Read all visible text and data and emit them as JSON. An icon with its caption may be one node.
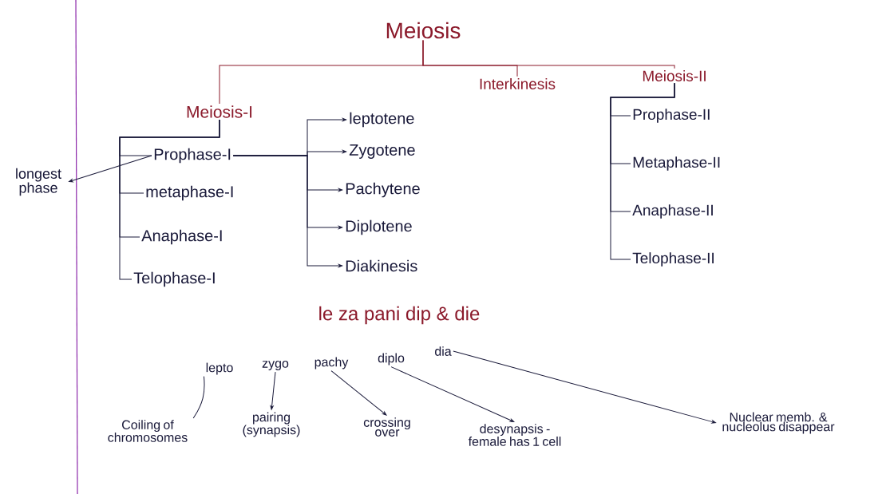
{
  "diagram": {
    "nodes": [
      {
        "text": [
          "Meiosis"
        ]
      },
      {
        "text": [
          "Meiosis-I"
        ]
      },
      {
        "text": [
          "Interkinesis"
        ]
      },
      {
        "text": [
          "Meiosis-II"
        ]
      },
      {
        "text": [
          "longest phase"
        ]
      },
      {
        "text": [
          "Prophase-I"
        ]
      },
      {
        "text": [
          "metaphase-I"
        ]
      },
      {
        "text": [
          "Anaphase-I"
        ]
      },
      {
        "text": [
          "Telophase-I"
        ]
      },
      {
        "text": [
          "leptotene"
        ]
      },
      {
        "text": [
          "Zygotene"
        ]
      },
      {
        "text": [
          "Pachytene"
        ]
      },
      {
        "text": [
          "Diplotene"
        ]
      },
      {
        "text": [
          "Diakinesis"
        ]
      },
      {
        "text": [
          "Prophase-II"
        ]
      },
      {
        "text": [
          "Metaphase-II"
        ]
      },
      {
        "text": [
          "Anaphase-II"
        ]
      },
      {
        "text": [
          "Telophase-II"
        ]
      },
      {
        "text": [
          "lepto"
        ]
      },
      {
        "text": [
          "zygo"
        ]
      },
      {
        "text": [
          "pachy"
        ]
      },
      {
        "text": [
          "diplo"
        ]
      },
      {
        "text": [
          "dia"
        ]
      },
      {
        "text": [
          "Coiling of chromosomes"
        ]
      },
      {
        "text": [
          "pairing (synapsis)"
        ]
      },
      {
        "text": [
          "crossing over"
        ]
      },
      {
        "text": [
          "desynapsis - female has 1 cell"
        ]
      },
      {
        "text": [
          "Nuclear memb. & nucleolus disappear"
        ]
      }
    ],
    "edges": [
      {
        "from": 0,
        "to": 1,
        "arrow": "none",
        "color": "#8b1a2b"
      },
      {
        "from": 0,
        "to": 2,
        "arrow": "none",
        "color": "#8b1a2b"
      },
      {
        "from": 0,
        "to": 3,
        "arrow": "none",
        "color": "#8b1a2b"
      },
      {
        "from": 1,
        "to": 5,
        "arrow": "none"
      },
      {
        "from": 1,
        "to": 6,
        "arrow": "none"
      },
      {
        "from": 1,
        "to": 7,
        "arrow": "none"
      },
      {
        "from": 1,
        "to": 8,
        "arrow": "none"
      },
      {
        "from": 5,
        "to": 4,
        "arrow": "to"
      },
      {
        "from": 5,
        "to": 9,
        "arrow": "to"
      },
      {
        "from": 5,
        "to": 10,
        "arrow": "to"
      },
      {
        "from": 5,
        "to": 11,
        "arrow": "to"
      },
      {
        "from": 5,
        "to": 12,
        "arrow": "to"
      },
      {
        "from": 5,
        "to": 13,
        "arrow": "to"
      },
      {
        "from": 3,
        "to": 14,
        "arrow": "none"
      },
      {
        "from": 3,
        "to": 15,
        "arrow": "none"
      },
      {
        "from": 3,
        "to": 16,
        "arrow": "none"
      },
      {
        "from": 3,
        "to": 17,
        "arrow": "none"
      },
      {
        "from": 18,
        "to": 23,
        "arrow": "none"
      },
      {
        "from": 19,
        "to": 24,
        "arrow": "to"
      },
      {
        "from": 20,
        "to": 25,
        "arrow": "to"
      },
      {
        "from": 21,
        "to": 26,
        "arrow": "to"
      },
      {
        "from": 22,
        "to": 27,
        "arrow": "to"
      }
    ],
    "labels": [
      "le za pani dip & die"
    ]
  }
}
